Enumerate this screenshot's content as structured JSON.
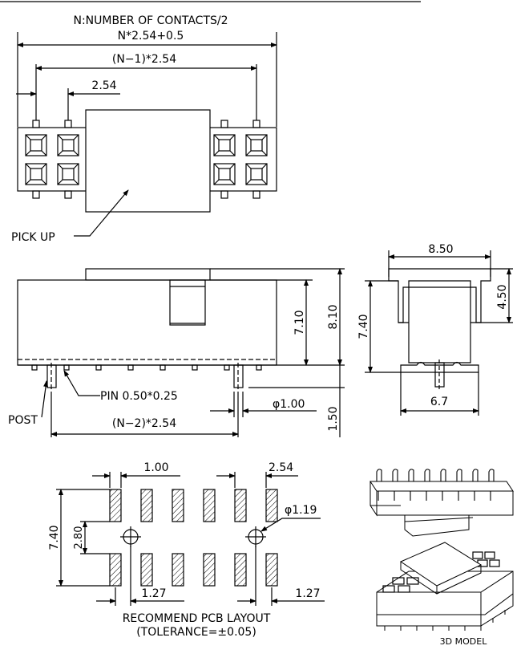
{
  "header": {
    "line1": "N:NUMBER OF CONTACTS/2",
    "line2": "N*2.54+0.5"
  },
  "top_view": {
    "dim_pitch_span": "(N−1)*2.54",
    "dim_pitch": "2.54",
    "label_pick_up": "PICK UP"
  },
  "side_view": {
    "dim_height_body": "7.10",
    "dim_height_total": "8.10",
    "label_pin": "PIN  0.50*0.25",
    "label_post": "POST",
    "dim_post_dia": "φ1.00",
    "dim_post_span": "(N−2)*2.54",
    "dim_post_len": "1.50"
  },
  "end_view": {
    "dim_width": "8.50",
    "dim_height": "7.40",
    "dim_cap": "4.50",
    "dim_base": "6.7"
  },
  "pcb_layout": {
    "dim_pad_w": "1.00",
    "dim_pitch": "2.54",
    "dim_rows": "7.40",
    "dim_row_gap": "2.80",
    "dim_hole_dia": "φ1.19",
    "dim_hole_off_left": "1.27",
    "dim_hole_off_right": "1.27",
    "caption_line1": "RECOMMEND PCB LAYOUT",
    "caption_line2": "(TOLERANCE=±0.05)"
  },
  "model_3d": {
    "label": "3D MODEL"
  }
}
